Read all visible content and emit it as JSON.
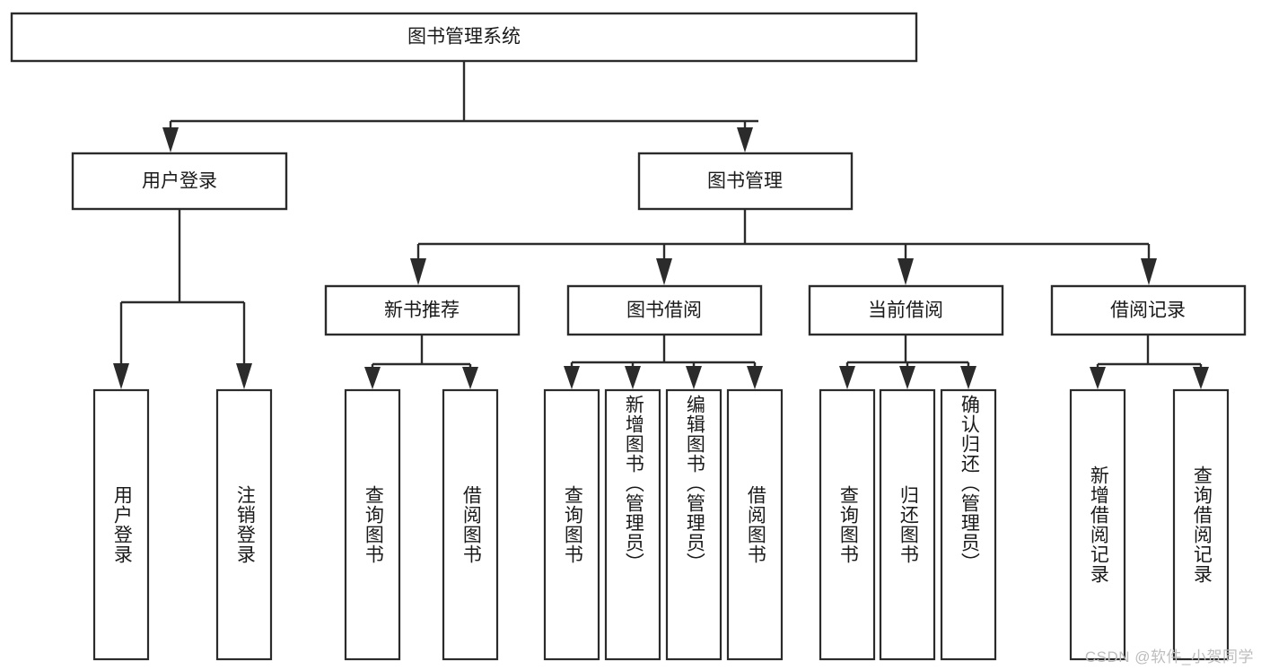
{
  "diagram": {
    "type": "tree-hierarchy",
    "title": "图书管理系统",
    "root": {
      "id": "root",
      "label": "图书管理系统",
      "orientation": "horizontal"
    },
    "level2": [
      {
        "id": "user-login",
        "label": "用户登录",
        "orientation": "horizontal"
      },
      {
        "id": "book-management",
        "label": "图书管理",
        "orientation": "horizontal"
      }
    ],
    "level3": [
      {
        "id": "new-book-recommend",
        "label": "新书推荐",
        "orientation": "horizontal",
        "parent": "book-management"
      },
      {
        "id": "book-borrow",
        "label": "图书借阅",
        "orientation": "horizontal",
        "parent": "book-management"
      },
      {
        "id": "current-borrow",
        "label": "当前借阅",
        "orientation": "horizontal",
        "parent": "book-management"
      },
      {
        "id": "borrow-record",
        "label": "借阅记录",
        "orientation": "horizontal",
        "parent": "book-management"
      }
    ],
    "leaves": [
      {
        "id": "leaf-user-login",
        "label": "用户登录",
        "orientation": "vertical",
        "parent": "user-login"
      },
      {
        "id": "leaf-logout-login",
        "label": "注销登录",
        "orientation": "vertical",
        "parent": "user-login"
      },
      {
        "id": "leaf-query-book-1",
        "label": "查询图书",
        "orientation": "vertical",
        "parent": "new-book-recommend"
      },
      {
        "id": "leaf-borrow-book-1",
        "label": "借阅图书",
        "orientation": "vertical",
        "parent": "new-book-recommend"
      },
      {
        "id": "leaf-query-book-2",
        "label": "查询图书",
        "orientation": "vertical",
        "parent": "book-borrow"
      },
      {
        "id": "leaf-add-book-admin",
        "label": "新增图书（管理员）",
        "orientation": "vertical",
        "parent": "book-borrow"
      },
      {
        "id": "leaf-edit-book-admin",
        "label": "编辑图书（管理员）",
        "orientation": "vertical",
        "parent": "book-borrow"
      },
      {
        "id": "leaf-borrow-book-2",
        "label": "借阅图书",
        "orientation": "vertical",
        "parent": "book-borrow"
      },
      {
        "id": "leaf-query-book-3",
        "label": "查询图书",
        "orientation": "vertical",
        "parent": "current-borrow"
      },
      {
        "id": "leaf-return-book",
        "label": "归还图书",
        "orientation": "vertical",
        "parent": "current-borrow"
      },
      {
        "id": "leaf-confirm-return-admin",
        "label": "确认归还（管理员）",
        "orientation": "vertical",
        "parent": "current-borrow"
      },
      {
        "id": "leaf-add-borrow-record",
        "label": "新增借阅记录",
        "orientation": "vertical",
        "parent": "borrow-record"
      },
      {
        "id": "leaf-query-borrow-record",
        "label": "查询借阅记录",
        "orientation": "vertical",
        "parent": "borrow-record"
      }
    ]
  },
  "watermark": {
    "text": "CSDN @软件_小贺同学"
  },
  "colors": {
    "background": "#ffffff",
    "box_fill": "#ffffff",
    "box_stroke": "#2b2b2b",
    "text": "#1a1a1a",
    "watermark": "#bdbdbd"
  }
}
